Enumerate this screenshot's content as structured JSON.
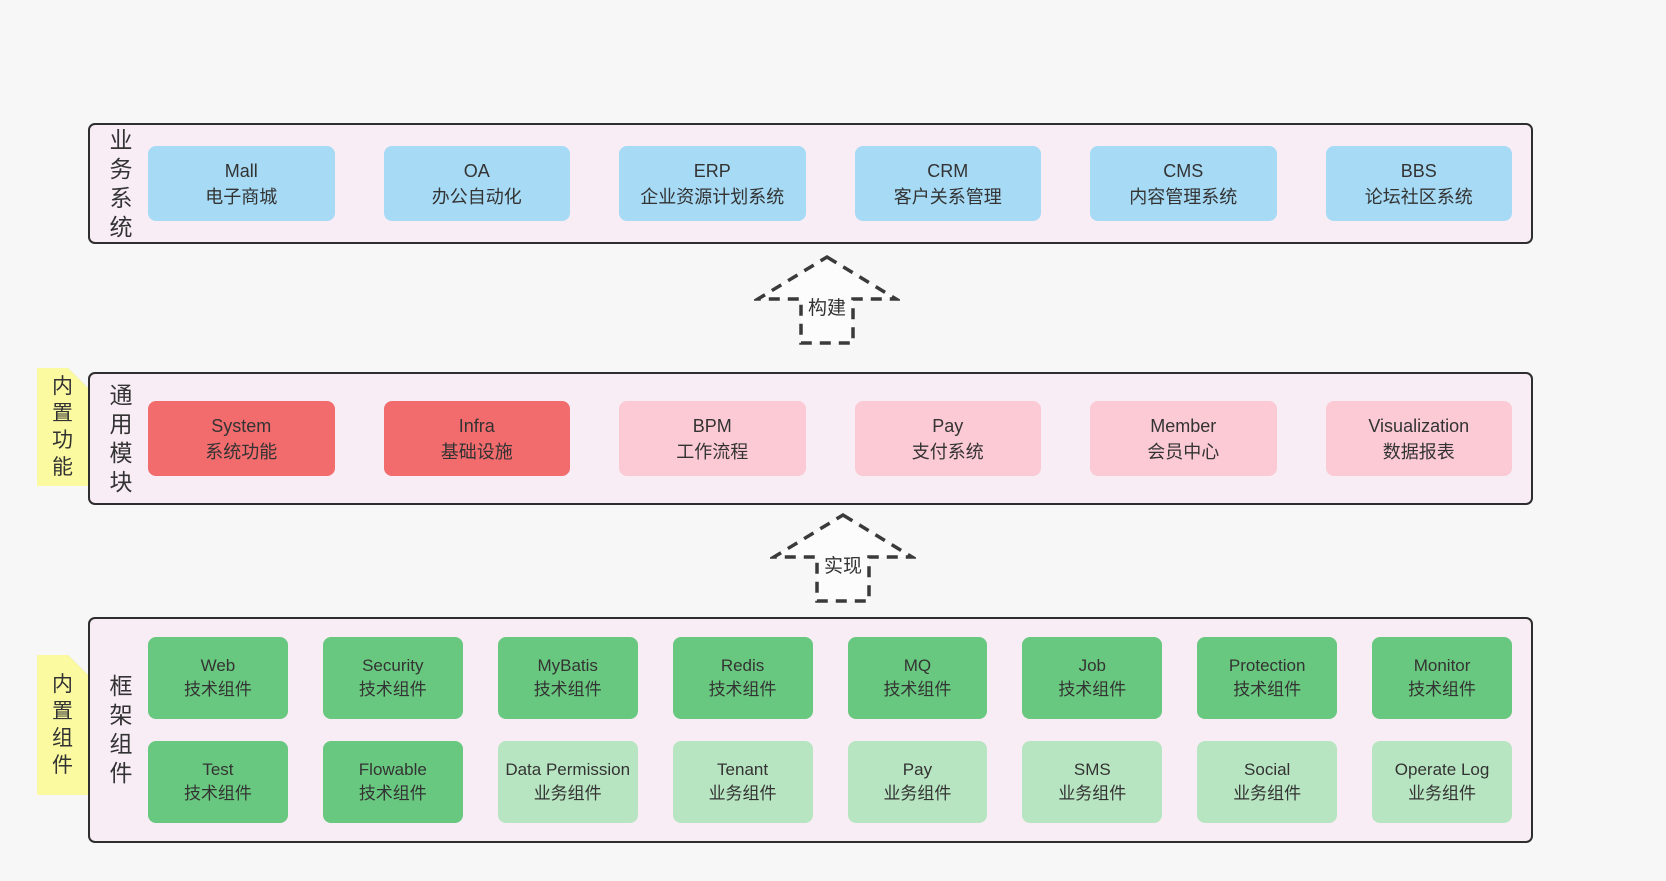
{
  "colors": {
    "page_bg": "#f7f7f7",
    "container_bg": "#f8edf5",
    "container_border": "#2e2e2e",
    "blue": "#a6daf5",
    "red": "#f26b6d",
    "pink": "#fbcad4",
    "green_dark": "#69c87f",
    "green_light": "#b8e5c1",
    "note_yellow": "#fbfaa0",
    "note_fold_gray": "#b8b8b8",
    "text": "#333333",
    "arrow_stroke": "#3a3a3a"
  },
  "arrows": {
    "build": "构建",
    "implement": "实现"
  },
  "sections": {
    "business": {
      "label": "业务系统",
      "boxes": [
        {
          "en": "Mall",
          "zh": "电子商城",
          "variant": "blue"
        },
        {
          "en": "OA",
          "zh": "办公自动化",
          "variant": "blue"
        },
        {
          "en": "ERP",
          "zh": "企业资源计划系统",
          "variant": "blue"
        },
        {
          "en": "CRM",
          "zh": "客户关系管理",
          "variant": "blue"
        },
        {
          "en": "CMS",
          "zh": "内容管理系统",
          "variant": "blue"
        },
        {
          "en": "BBS",
          "zh": "论坛社区系统",
          "variant": "blue"
        }
      ]
    },
    "modules": {
      "label": "通用模块",
      "note": "内置功能",
      "boxes": [
        {
          "en": "System",
          "zh": "系统功能",
          "variant": "red"
        },
        {
          "en": "Infra",
          "zh": "基础设施",
          "variant": "red"
        },
        {
          "en": "BPM",
          "zh": "工作流程",
          "variant": "pink"
        },
        {
          "en": "Pay",
          "zh": "支付系统",
          "variant": "pink"
        },
        {
          "en": "Member",
          "zh": "会员中心",
          "variant": "pink"
        },
        {
          "en": "Visualization",
          "zh": "数据报表",
          "variant": "pink"
        }
      ]
    },
    "components": {
      "label": "框架组件",
      "note": "内置组件",
      "rows": [
        [
          {
            "en": "Web",
            "zh": "技术组件",
            "variant": "green-dark"
          },
          {
            "en": "Security",
            "zh": "技术组件",
            "variant": "green-dark"
          },
          {
            "en": "MyBatis",
            "zh": "技术组件",
            "variant": "green-dark"
          },
          {
            "en": "Redis",
            "zh": "技术组件",
            "variant": "green-dark"
          },
          {
            "en": "MQ",
            "zh": "技术组件",
            "variant": "green-dark"
          },
          {
            "en": "Job",
            "zh": "技术组件",
            "variant": "green-dark"
          },
          {
            "en": "Protection",
            "zh": "技术组件",
            "variant": "green-dark"
          },
          {
            "en": "Monitor",
            "zh": "技术组件",
            "variant": "green-dark"
          }
        ],
        [
          {
            "en": "Test",
            "zh": "技术组件",
            "variant": "green-dark"
          },
          {
            "en": "Flowable",
            "zh": "技术组件",
            "variant": "green-dark"
          },
          {
            "en": "Data Permission",
            "zh": "业务组件",
            "variant": "green-light"
          },
          {
            "en": "Tenant",
            "zh": "业务组件",
            "variant": "green-light"
          },
          {
            "en": "Pay",
            "zh": "业务组件",
            "variant": "green-light"
          },
          {
            "en": "SMS",
            "zh": "业务组件",
            "variant": "green-light"
          },
          {
            "en": "Social",
            "zh": "业务组件",
            "variant": "green-light"
          },
          {
            "en": "Operate Log",
            "zh": "业务组件",
            "variant": "green-light"
          }
        ]
      ]
    }
  }
}
